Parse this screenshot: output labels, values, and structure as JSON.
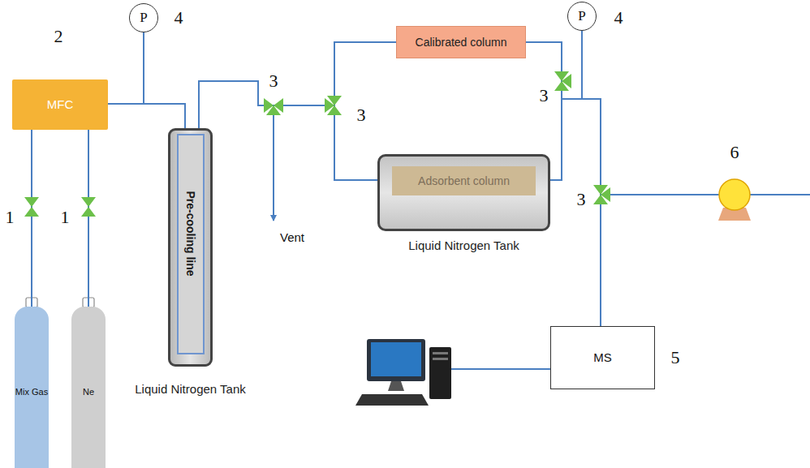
{
  "diagram": {
    "nodes": [
      {
        "text": [
          "MFC"
        ]
      },
      {
        "text": [
          "Liquid Nitrogen Tank"
        ]
      },
      {
        "text": [
          "Pre-cooling line"
        ],
        "in": 1
      },
      {
        "text": [
          "Calibrated column"
        ]
      },
      {
        "text": [
          "Liquid Nitrogen Tank"
        ]
      },
      {
        "text": [
          "Adsorbent column"
        ],
        "in": 4
      },
      {
        "text": [
          "MS"
        ]
      },
      {
        "text": [
          "Mix Gas"
        ]
      },
      {
        "text": [
          "Ne"
        ]
      },
      {
        "text": [
          "P"
        ]
      },
      {
        "text": [
          "P"
        ]
      }
    ],
    "edges": [
      {
        "from": 7,
        "to": 0,
        "arrow": "none"
      },
      {
        "from": 8,
        "to": 0,
        "arrow": "none"
      },
      {
        "from": 0,
        "to": 2,
        "arrow": "none"
      },
      {
        "from": 2,
        "to": 3,
        "arrow": "none"
      },
      {
        "from": 2,
        "to": 5,
        "arrow": "none"
      },
      {
        "from": 3,
        "to": 6,
        "arrow": "none"
      },
      {
        "from": 5,
        "to": 6,
        "arrow": "none"
      }
    ],
    "labels": [
      "2",
      "4",
      "1",
      "1",
      "Vent",
      "3",
      "3",
      "3",
      "3",
      "4",
      "6",
      "5"
    ]
  }
}
